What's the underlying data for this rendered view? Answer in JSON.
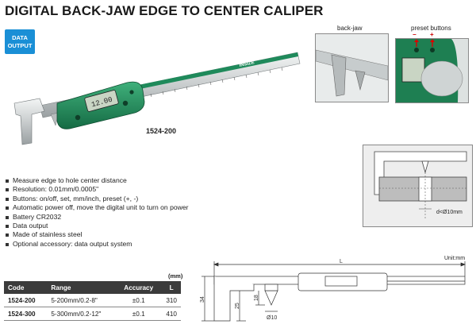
{
  "title": "DIGITAL BACK-JAW EDGE TO CENTER CALIPER",
  "badge": {
    "line1": "DATA",
    "line2": "OUTPUT"
  },
  "main_photo": {
    "model": "1524-200",
    "brand": "INSIZE",
    "display_value": "12.00"
  },
  "detail_photos": [
    {
      "caption": "back-jaw"
    },
    {
      "caption": "preset buttons",
      "minus": "−",
      "plus": "+"
    }
  ],
  "inset_diagram": {
    "label": "d<Ø10mm"
  },
  "features": [
    "Measure edge to hole center distance",
    "Resolution: 0.01mm/0.0005\"",
    "Buttons: on/off, set, mm/inch, preset (+, -)",
    "Automatic power off, move the digital unit to turn on power",
    "Battery CR2032",
    "Data output",
    "Made of stainless steel",
    "Optional accessory: data output system"
  ],
  "spec_table": {
    "unit": "(mm)",
    "headers": [
      "Code",
      "Range",
      "Accuracy",
      "L"
    ],
    "rows": [
      [
        "1524-200",
        "5-200mm/0.2-8\"",
        "±0.1",
        "310"
      ],
      [
        "1524-300",
        "5-300mm/0.2-12\"",
        "±0.1",
        "410"
      ]
    ]
  },
  "drawing": {
    "unit": "Unit:mm",
    "L": "L",
    "dim_34": "34",
    "dim_25": "25",
    "dim_18": "18",
    "dim_d10": "Ø10"
  },
  "colors": {
    "badge": "#1a8fd6",
    "body_green": "#1f8a5b",
    "table_header": "#3b3b3b"
  }
}
